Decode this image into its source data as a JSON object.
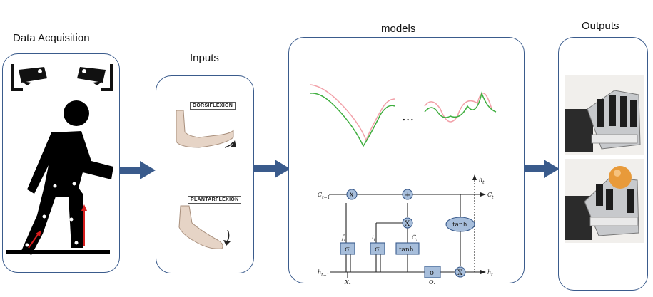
{
  "stages": {
    "acquisition": {
      "title": "Data Acquisition"
    },
    "inputs": {
      "title": "Inputs",
      "labels": {
        "dorsiflexion": "DORSIFLEXION",
        "plantarflexion": "PLANTARFLEXION"
      }
    },
    "models": {
      "title": "models",
      "ellipsis": "...",
      "lstm": {
        "c_prev": "C",
        "c_prev_sub": "t−1",
        "c_out": "C",
        "c_out_sub": "t",
        "h_prev": "h",
        "h_prev_sub": "t−1",
        "h_out": "h",
        "h_out_sub": "t",
        "h_top": "h",
        "h_top_sub": "t",
        "x_in": "X",
        "x_in_sub": "t",
        "f_gate": "f",
        "f_gate_sub": "t",
        "i_gate": "i",
        "i_gate_sub": "t",
        "c_tilde": "C̃",
        "c_tilde_sub": "t",
        "o_gate": "O",
        "o_gate_sub": "t",
        "sigma": "σ",
        "tanh": "tanh",
        "mult": "X",
        "plus": "+"
      }
    },
    "outputs": {
      "title": "Outputs"
    }
  },
  "colors": {
    "panel_border": "#3a5b8c",
    "arrow": "#3a5b8c",
    "signal_green": "#3fae3f",
    "signal_pink": "#f2a0a8",
    "gate_fill": "#a7bedb",
    "gate_stroke": "#3a5b8c"
  }
}
